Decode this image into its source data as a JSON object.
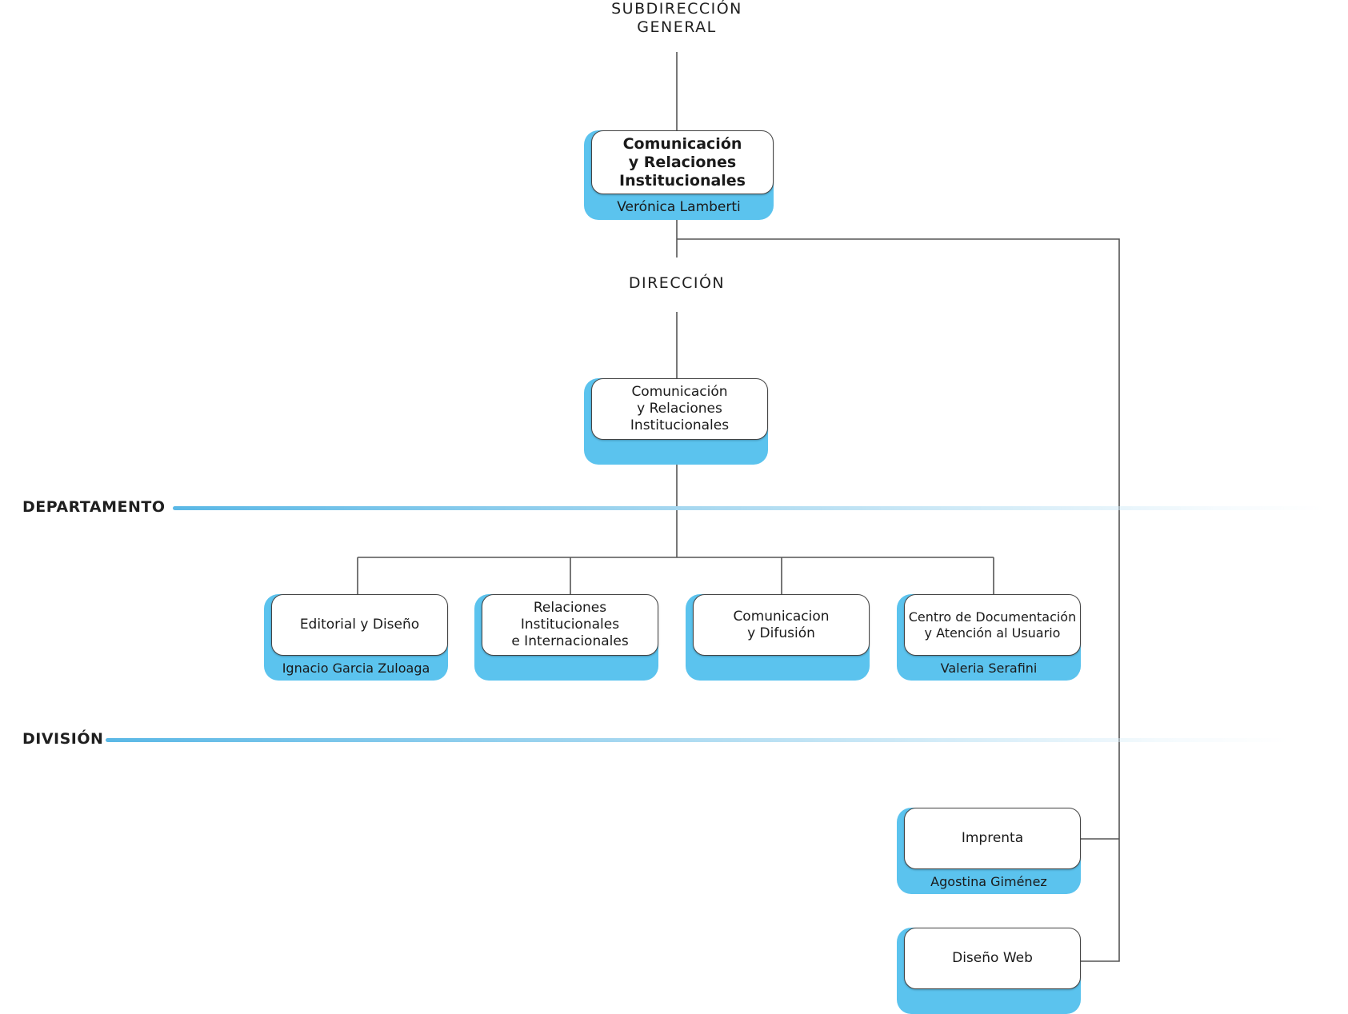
{
  "levels": {
    "subdireccion": "SUBDIRECCIÓN\nGENERAL",
    "direccion": "DIRECCIÓN",
    "departamento": "DEPARTAMENTO",
    "division": "DIVISIÓN"
  },
  "units": {
    "sub_general": {
      "title": "Comunicación\ny Relaciones\nInstitucionales",
      "person": "Verónica Lamberti"
    },
    "direccion": {
      "title": "Comunicación\ny Relaciones\nInstitucionales",
      "person": ""
    },
    "editorial": {
      "title": "Editorial y Diseño",
      "person": "Ignacio Garcia Zuloaga"
    },
    "relaciones": {
      "title": "Relaciones\nInstitucionales\ne Internacionales",
      "person": ""
    },
    "comunicacion": {
      "title": "Comunicacion\ny Difusión",
      "person": ""
    },
    "centro": {
      "title": "Centro de Documentación\ny Atención al Usuario",
      "person": "Valeria Serafini"
    },
    "imprenta": {
      "title": "Imprenta",
      "person": "Agostina Giménez"
    },
    "diseno_web": {
      "title": "Diseño Web",
      "person": ""
    }
  },
  "colors": {
    "accent": "#5bc3ee",
    "line": "#555555",
    "border": "#444444"
  }
}
